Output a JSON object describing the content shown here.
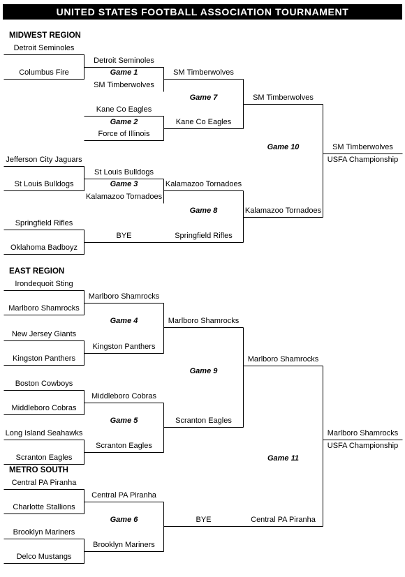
{
  "title": "UNITED STATES FOOTBALL ASSOCIATION TOURNAMENT",
  "regions": {
    "midwest": "MIDWEST REGION",
    "east": "EAST REGION",
    "metro": "METRO SOUTH"
  },
  "round1": [
    "Detroit Seminoles",
    "Columbus Fire",
    "Jefferson City Jaguars",
    "St Louis Bulldogs",
    "Springfield Rifles",
    "Oklahoma Badboyz",
    "Irondequoit Sting",
    "Marlboro Shamrocks",
    "New Jersey Giants",
    "Kingston Panthers",
    "Boston Cowboys",
    "Middleboro Cobras",
    "Long Island Seahawks",
    "Scranton Eagles",
    "Central PA Piranha",
    "Charlotte Stallions",
    "Brooklyn Mariners",
    "Delco Mustangs"
  ],
  "round2": [
    "Detroit Seminoles",
    "SM Timberwolves",
    "Kane Co Eagles",
    "Force of Illinois",
    "St Louis Bulldogs",
    "Kalamazoo Tornadoes",
    "BYE",
    "Marlboro Shamrocks",
    "Kingston Panthers",
    "Middleboro Cobras",
    "Scranton Eagles",
    "Central PA Piranha",
    "Brooklyn Mariners"
  ],
  "round3": [
    "SM Timberwolves",
    "Kane Co Eagles",
    "Kalamazoo Tornadoes",
    "Springfield Rifles",
    "Marlboro Shamrocks",
    "Scranton Eagles",
    "BYE"
  ],
  "round4": [
    "SM Timberwolves",
    "Kalamazoo Tornadoes",
    "Marlboro Shamrocks",
    "Central PA Piranha"
  ],
  "finals": [
    "SM Timberwolves",
    "USFA Championship",
    "Marlboro Shamrocks",
    "USFA Championship"
  ],
  "games": [
    "Game 1",
    "Game 2",
    "Game 3",
    "Game 4",
    "Game 5",
    "Game 6",
    "Game 7",
    "Game 8",
    "Game 9",
    "Game 10",
    "Game 11"
  ]
}
